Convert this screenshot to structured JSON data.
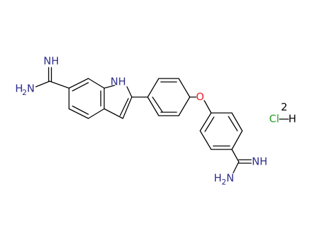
{
  "molecule": {
    "amidine_top": {
      "imine": "NH",
      "amine": "H",
      "amine_sub": "2",
      "amine_n": "N"
    },
    "indole_nh": "NH",
    "ether_o": "O",
    "amidine_bottom": {
      "imine": "NH",
      "amine": "H",
      "amine_sub": "2",
      "amine_n": "N"
    },
    "salt": {
      "cl": "Cl",
      "h": "H",
      "count": "2"
    }
  },
  "colors": {
    "nitrogen": "#2d2d8c",
    "oxygen": "#e8262c",
    "chlorine": "#22a022",
    "bond": "#000000"
  }
}
